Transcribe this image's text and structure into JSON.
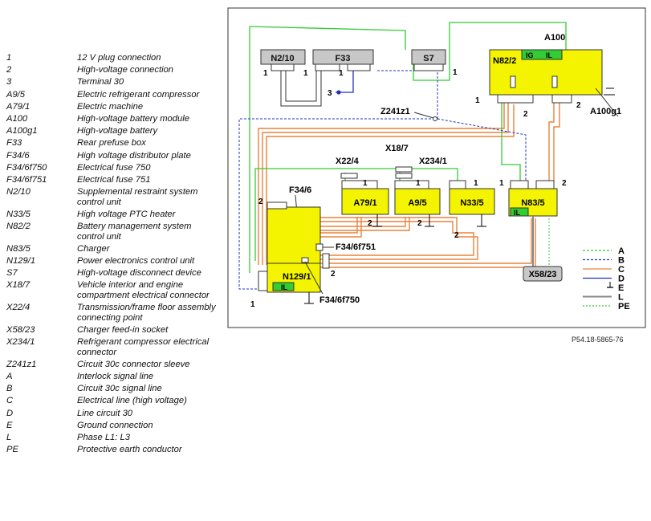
{
  "legend": [
    {
      "code": "1",
      "desc": "12 V plug connection"
    },
    {
      "code": "2",
      "desc": "High-voltage connection"
    },
    {
      "code": "3",
      "desc": "Terminal 30"
    },
    {
      "code": "A9/5",
      "desc": "Electric refrigerant compressor"
    },
    {
      "code": "A79/1",
      "desc": "Electric machine"
    },
    {
      "code": "A100",
      "desc": "High-voltage battery module"
    },
    {
      "code": "A100g1",
      "desc": "High-voltage battery"
    },
    {
      "code": "F33",
      "desc": "Rear prefuse box"
    },
    {
      "code": "F34/6",
      "desc": "High voltage distributor plate"
    },
    {
      "code": "F34/6f750",
      "desc": "Electrical fuse 750"
    },
    {
      "code": "F34/6f751",
      "desc": "Electrical fuse 751"
    },
    {
      "code": "N2/10",
      "desc": "Supplemental restraint system control unit"
    },
    {
      "code": "N33/5",
      "desc": "High voltage PTC heater"
    },
    {
      "code": "N82/2",
      "desc": "Battery management system control unit"
    },
    {
      "code": "N83/5",
      "desc": "Charger"
    },
    {
      "code": "N129/1",
      "desc": "Power electronics control unit"
    },
    {
      "code": "S7",
      "desc": "High-voltage disconnect device"
    },
    {
      "code": "X18/7",
      "desc": "Vehicle interior and engine compartment electrical connector"
    },
    {
      "code": "X22/4",
      "desc": "Transmission/frame floor assembly connecting point"
    },
    {
      "code": "X58/23",
      "desc": "Charger feed-in socket"
    },
    {
      "code": "X234/1",
      "desc": "Refrigerant compressor electrical connector"
    },
    {
      "code": "Z241z1",
      "desc": "Circuit 30c connector sleeve"
    },
    {
      "code": "A",
      "desc": "Interlock signal line"
    },
    {
      "code": "B",
      "desc": "Circuit 30c signal line"
    },
    {
      "code": "C",
      "desc": "Electrical line (high voltage)"
    },
    {
      "code": "D",
      "desc": "Line circuit 30"
    },
    {
      "code": "E",
      "desc": "Ground connection"
    },
    {
      "code": "L",
      "desc": "Phase L1: L3"
    },
    {
      "code": "PE",
      "desc": "Protective earth conductor"
    }
  ],
  "diagram": {
    "components": {
      "n2_10": "N2/10",
      "f33": "F33",
      "s7": "S7",
      "a100": "A100",
      "n82_2": "N82/2",
      "ig": "IG",
      "il": "IL",
      "a100g1": "A100g1",
      "z241z1": "Z241z1",
      "x22_4": "X22/4",
      "x18_7": "X18/7",
      "x234_1": "X234/1",
      "f34_6": "F34/6",
      "a79_1": "A79/1",
      "a9_5": "A9/5",
      "n33_5": "N33/5",
      "n83_5": "N83/5",
      "f34_6f751": "F34/6f751",
      "n129_1": "N129/1",
      "f34_6f750": "F34/6f750",
      "x58_23": "X58/23"
    },
    "pins": {
      "one": "1",
      "two": "2",
      "three": "3"
    },
    "key": [
      {
        "letter": "A",
        "color": "#33cc33",
        "dash": "3,2"
      },
      {
        "letter": "B",
        "color": "#2233bb",
        "dash": "3,2"
      },
      {
        "letter": "C",
        "color": "#e8833a",
        "dash": ""
      },
      {
        "letter": "D",
        "color": "#2233bb",
        "dash": ""
      },
      {
        "letter": "E",
        "color": "#000000",
        "dash": ""
      },
      {
        "letter": "L",
        "color": "#888888",
        "dash": ""
      },
      {
        "letter": "PE",
        "color": "#33cc33",
        "dash": "2,2"
      }
    ],
    "figure_ref": "P54.18-5865-76"
  },
  "colors": {
    "component_fill": "#f4f400",
    "green": "#33cc33",
    "orange": "#e8833a",
    "blue": "#2233bb",
    "grey_box": "#c8c8c8"
  }
}
